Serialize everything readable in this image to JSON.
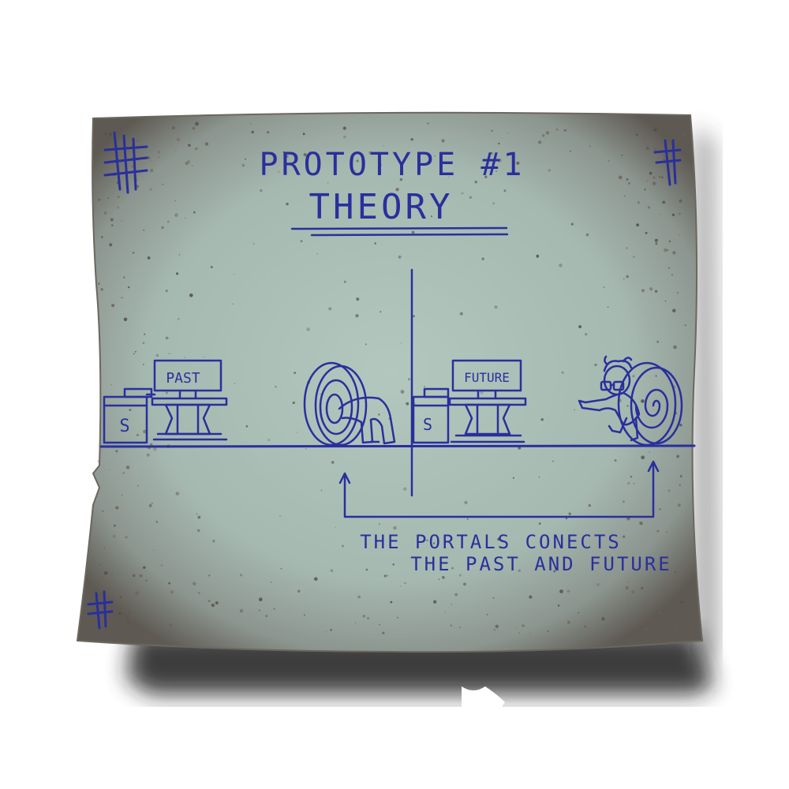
{
  "sheet": {
    "title_line1": "PROTOTYPE #1",
    "title_line2": "THEORY",
    "caption_line1": "THE PORTALS CONECTS",
    "caption_line2": "THE PAST AND FUTURE"
  },
  "scene_left": {
    "monitor_label": "PAST",
    "device_symbol": "S"
  },
  "scene_right": {
    "monitor_label": "FUTURE",
    "device_symbol": "S"
  },
  "corner_marks": {
    "top_left": "#",
    "top_right": "#",
    "bottom_left": "#"
  },
  "colors": {
    "paper": "#a8bbb4",
    "paper_edge": "#6e6a62",
    "ink": "#2a2f9c",
    "shadow": "#1c1c1c"
  }
}
